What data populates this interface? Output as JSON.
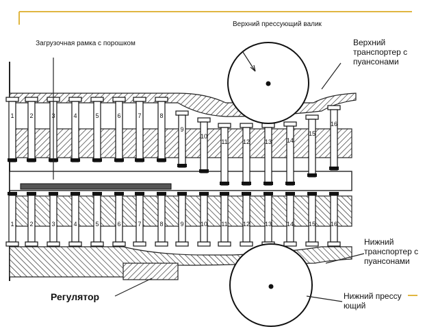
{
  "labels": {
    "upper_roller": "Верхний прессующий валик",
    "frame": "Загрузочная рамка с порошком",
    "upper_conveyor": "Верхний транспортер с пуансонами",
    "lower_conveyor": "Нижний транспортер с пуансонами",
    "regulator": "Регулятор",
    "lower_roller": "Нижний прессующий"
  },
  "punch_numbers_top": [
    "1",
    "2",
    "3",
    "4",
    "5",
    "6",
    "7",
    "8",
    "9",
    "10",
    "11",
    "12",
    "13",
    "14",
    "15",
    "16"
  ],
  "punch_numbers_bottom": [
    "1",
    "2",
    "3",
    "4",
    "5",
    "6",
    "7",
    "8",
    "9",
    "10",
    "11",
    "12",
    "13",
    "14",
    "15",
    "16"
  ],
  "colors": {
    "frame_line": "#e0b640",
    "ink": "#111111",
    "powder": "#555555"
  }
}
